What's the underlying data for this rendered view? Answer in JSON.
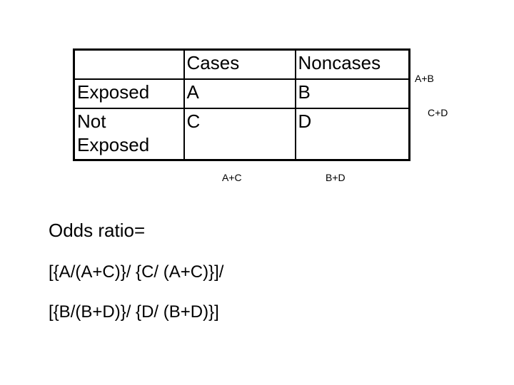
{
  "slide": {
    "background_color": "#ffffff",
    "text_color": "#000000"
  },
  "table": {
    "name": "two-by-two-contingency-table",
    "border_color": "#000000",
    "columns": [
      "",
      "Cases",
      "Noncases"
    ],
    "rows": [
      {
        "label_lines": [
          "Exposed"
        ],
        "cases": "A",
        "noncases": "B"
      },
      {
        "label_lines": [
          "Not",
          "Exposed"
        ],
        "cases": "C",
        "noncases": "D"
      }
    ],
    "header": {
      "corner": "",
      "cases": "Cases",
      "noncases": "Noncases"
    },
    "cells": {
      "exposed_label": "Exposed",
      "exposed_cases": "A",
      "exposed_noncases": "B",
      "notexposed_label_line1": "Not",
      "notexposed_label_line2": "Exposed",
      "notexposed_cases": "C",
      "notexposed_noncases": "D"
    }
  },
  "margins": {
    "row_total_exposed": "A+B",
    "row_total_notexposed": "C+D",
    "col_total_cases": "A+C",
    "col_total_noncases": "B+D"
  },
  "formula": {
    "title": "Odds ratio=",
    "line1": "[{A/(A+C)}/ {C/ (A+C)}]/",
    "line2": "[{B/(B+D)}/ {D/ (B+D)}]"
  }
}
